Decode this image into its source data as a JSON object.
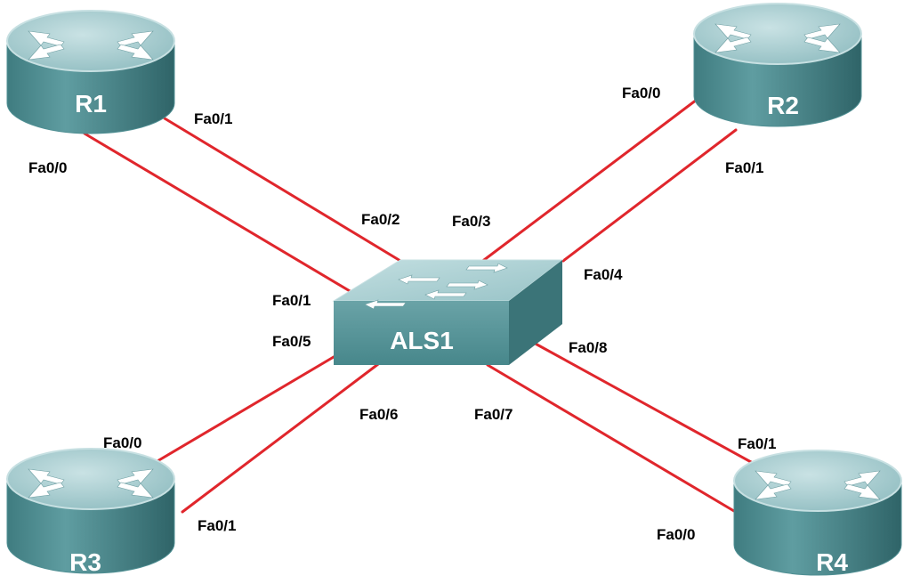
{
  "colors": {
    "link": "#e0262c",
    "device_side": "#4f8f93",
    "device_top": "#a9cdd0",
    "device_top_edge": "#c7e0e2",
    "arrow": "#ffffff",
    "label": "#000000"
  },
  "devices": {
    "r1": {
      "label": "R1",
      "type": "router",
      "icon": "router-icon"
    },
    "r2": {
      "label": "R2",
      "type": "router",
      "icon": "router-icon"
    },
    "r3": {
      "label": "R3",
      "type": "router",
      "icon": "router-icon"
    },
    "r4": {
      "label": "R4",
      "type": "router",
      "icon": "router-icon"
    },
    "als1": {
      "label": "ALS1",
      "type": "switch",
      "icon": "switch-icon"
    }
  },
  "links": [
    {
      "from": "R1",
      "from_port": "Fa0/1",
      "to": "ALS1",
      "to_port": "Fa0/2"
    },
    {
      "from": "R1",
      "from_port": "Fa0/0",
      "to": "ALS1",
      "to_port": "Fa0/1"
    },
    {
      "from": "R2",
      "from_port": "Fa0/0",
      "to": "ALS1",
      "to_port": "Fa0/3"
    },
    {
      "from": "R2",
      "from_port": "Fa0/1",
      "to": "ALS1",
      "to_port": "Fa0/4"
    },
    {
      "from": "R3",
      "from_port": "Fa0/0",
      "to": "ALS1",
      "to_port": "Fa0/5"
    },
    {
      "from": "R3",
      "from_port": "Fa0/1",
      "to": "ALS1",
      "to_port": "Fa0/6"
    },
    {
      "from": "R4",
      "from_port": "Fa0/0",
      "to": "ALS1",
      "to_port": "Fa0/7"
    },
    {
      "from": "R4",
      "from_port": "Fa0/1",
      "to": "ALS1",
      "to_port": "Fa0/8"
    }
  ]
}
